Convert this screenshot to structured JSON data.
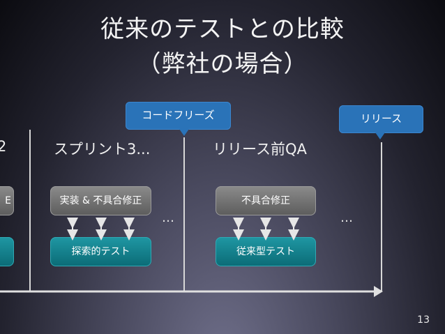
{
  "title": {
    "line1": "従来のテストとの比較",
    "line2": "（弊社の場合）"
  },
  "callouts": {
    "code_freeze": "コードフリーズ",
    "release": "リリース"
  },
  "phases": {
    "sprint_prev": "2",
    "sprint3": "スプリント3...",
    "pre_release_qa": "リリース前QA"
  },
  "boxes": {
    "left_cut_top": "E",
    "sprint3_top": "実装 & 不具合修正",
    "sprint3_bottom": "探索的テスト",
    "qa_top": "不具合修正",
    "qa_bottom": "従来型テスト"
  },
  "ellipsis": "…",
  "page_number": "13"
}
